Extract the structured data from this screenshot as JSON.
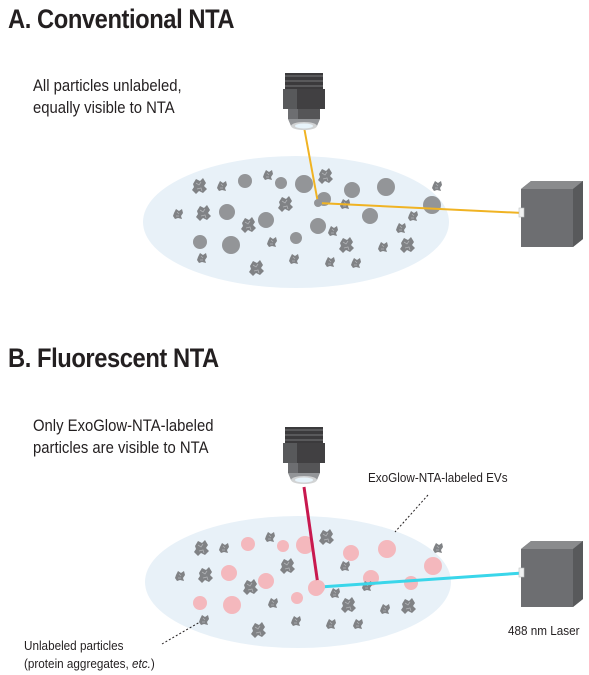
{
  "panel_a": {
    "title": "A. Conventional NTA",
    "caption_lines": [
      "All particles unlabeled,",
      "equally visible to NTA"
    ],
    "beam_color": "#f0b323"
  },
  "panel_b": {
    "title": "B. Fluorescent NTA",
    "caption_lines": [
      "Only ExoGlow-NTA-labeled",
      "particles are visible to NTA"
    ],
    "labeled_ev_label": "ExoGlow-NTA-labeled EVs",
    "unlabeled_label_line1": "Unlabeled particles",
    "unlabeled_label_line2_prefix": "(protein aggregates, ",
    "unlabeled_label_line2_italic": "etc.",
    "unlabeled_label_line2_suffix": ")",
    "laser_label": "488 nm Laser",
    "excitation_color": "#3ad6ea",
    "emission_color": "#c8194f"
  },
  "colors": {
    "sample_drop": "#e8f1f8",
    "particle_gray": "#939598",
    "aggregate_gray": "#808285",
    "labeled_particle": "#f4b8bd",
    "objective_dark": "#414042",
    "laser_box": "#6d6e71"
  },
  "icons": [
    "objective-lens-icon",
    "laser-source-icon",
    "protein-aggregate-icon",
    "particle-icon"
  ]
}
